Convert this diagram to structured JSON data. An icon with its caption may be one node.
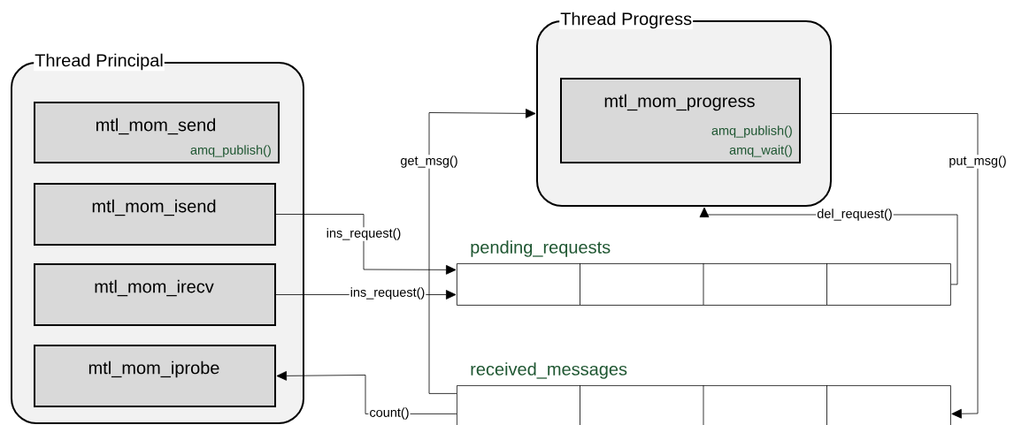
{
  "diagram": {
    "nodes": [
      {
        "text": [
          "Thread Principal"
        ]
      },
      {
        "text": [
          "mtl_mom_send",
          "amq_publish()"
        ],
        "in": 0
      },
      {
        "text": [
          "mtl_mom_isend"
        ],
        "in": 0
      },
      {
        "text": [
          "mtl_mom_irecv"
        ],
        "in": 0
      },
      {
        "text": [
          "mtl_mom_iprobe"
        ],
        "in": 0
      },
      {
        "text": [
          "Thread Progress"
        ]
      },
      {
        "text": [
          "mtl_mom_progress",
          "amq_publish()",
          "amq_wait()"
        ],
        "in": 5
      },
      {
        "text": [
          "pending_requests"
        ]
      },
      {
        "text": [
          "received_messages"
        ]
      }
    ],
    "edges": [
      {
        "from": 2,
        "to": 7,
        "arrow": "to",
        "label": "ins_request()"
      },
      {
        "from": 3,
        "to": 7,
        "arrow": "to",
        "label": "ins_request()"
      },
      {
        "from": 8,
        "to": 4,
        "arrow": "to",
        "label": "count()"
      },
      {
        "from": 8,
        "to": 5,
        "arrow": "to",
        "label": "get_msg()"
      },
      {
        "from": 5,
        "to": 8,
        "arrow": "to",
        "label": "put_msg()"
      },
      {
        "from": 7,
        "to": 5,
        "arrow": "to",
        "label": "del_request()"
      }
    ]
  }
}
